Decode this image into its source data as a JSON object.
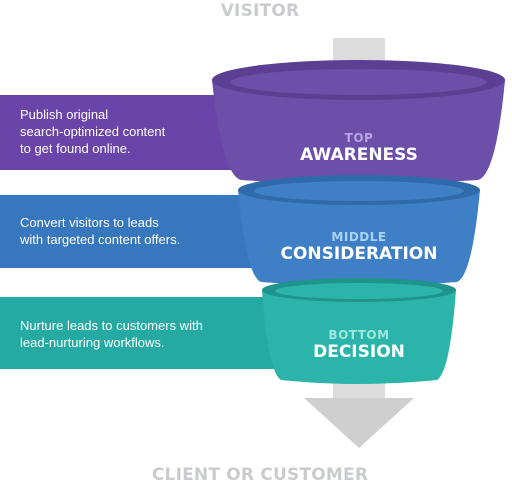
{
  "top_label": "VISITOR",
  "bottom_label": "CLIENT OR CUSTOMER",
  "stages": [
    {
      "small": "TOP",
      "big": "AWARENESS",
      "lines": [
        "Publish original",
        "search-optimized content",
        "to get found online."
      ],
      "band_color": "#6a44a8",
      "funnel_color": "#6c4fa9",
      "rim_color": "#5a3f93",
      "small_color": "#b8a6e6"
    },
    {
      "small": "MIDDLE",
      "big": "CONSIDERATION",
      "lines": [
        "Convert visitors to leads",
        "with targeted content offers."
      ],
      "band_color": "#3777be",
      "funnel_color": "#3e7fc6",
      "rim_color": "#2f6aaa",
      "small_color": "#a9d3f5"
    },
    {
      "small": "BOTTOM",
      "big": "DECISION",
      "lines": [
        "Nurture leads to customers with",
        "lead-nurturing workflows."
      ],
      "band_color": "#25aaa3",
      "funnel_color": "#2bb4aa",
      "rim_color": "#1f948c",
      "small_color": "#9fe7df"
    }
  ],
  "colors": {
    "arrow": "#dcdcdc",
    "arrow_shadow": "#cfcfcf"
  }
}
